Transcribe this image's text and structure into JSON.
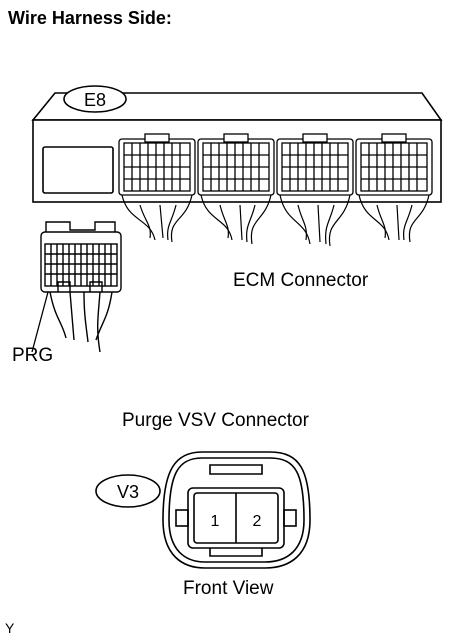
{
  "title": "Wire Harness Side:",
  "ecm": {
    "code": "E8",
    "label": "ECM Connector",
    "terminal_label": "PRG"
  },
  "vsv": {
    "code": "V3",
    "label": "Purge VSV Connector",
    "view_label": "Front View",
    "pins": [
      "1",
      "2"
    ]
  },
  "corner_code": "Y"
}
